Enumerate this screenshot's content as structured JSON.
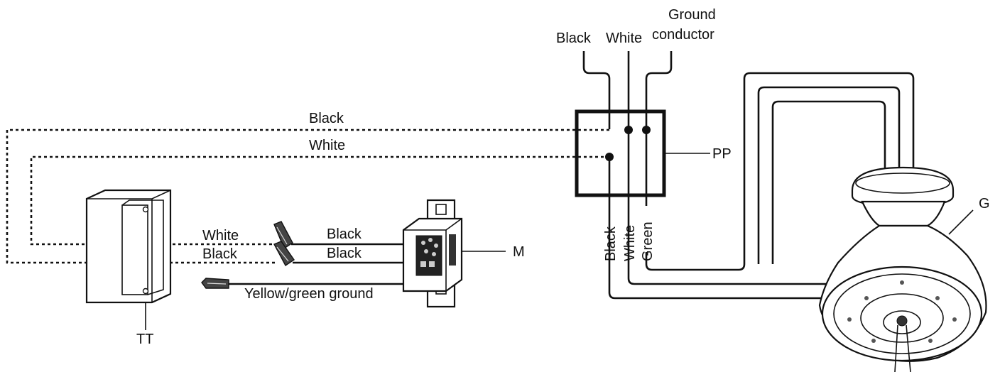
{
  "labels": {
    "top_black": "Black",
    "top_white": "White",
    "ground_line1": "Ground",
    "ground_line2": "conductor",
    "dashed_black": "Black",
    "dashed_white": "White",
    "pp": "PP",
    "tt": "TT",
    "m": "M",
    "g": "G",
    "conn_white": "White",
    "conn_black": "Black",
    "wire_black_1": "Black",
    "wire_black_2": "Black",
    "ground_wire": "Yellow/green ground",
    "vert_black": "Black",
    "vert_white": "White",
    "vert_green": "Green"
  }
}
